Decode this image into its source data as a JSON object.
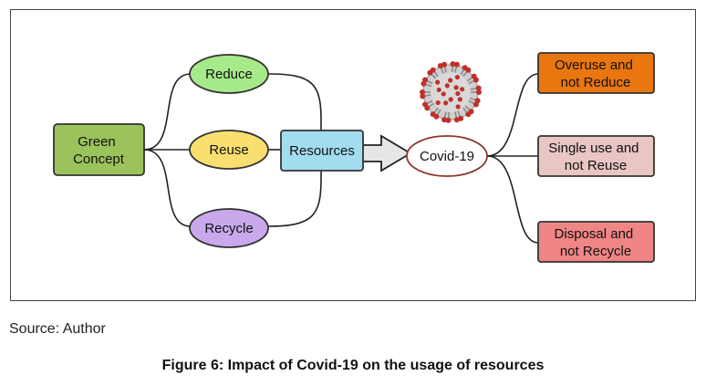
{
  "diagram": {
    "green": "Green\nConcept",
    "reduce": "Reduce",
    "reuse": "Reuse",
    "recycle": "Recycle",
    "resources": "Resources",
    "covid": "Covid-19",
    "overuse": "Overuse and\nnot Reduce",
    "single": "Single use and\nnot Reuse",
    "disposal": "Disposal and\nnot Recycle"
  },
  "colors": {
    "green": "#9bc35b",
    "reduce": "#a6ea8a",
    "reuse": "#f9df70",
    "recycle": "#c9a9ec",
    "resources": "#a2dcef",
    "overuse": "#e9760e",
    "single": "#e9c6c3",
    "disposal": "#f08585",
    "virus_spike": "#c0302a"
  },
  "icons": [
    "coronavirus-icon",
    "hollow-arrow-icon"
  ],
  "source": "Source: Author",
  "caption": "Figure 6: Impact of Covid-19 on the usage of resources"
}
